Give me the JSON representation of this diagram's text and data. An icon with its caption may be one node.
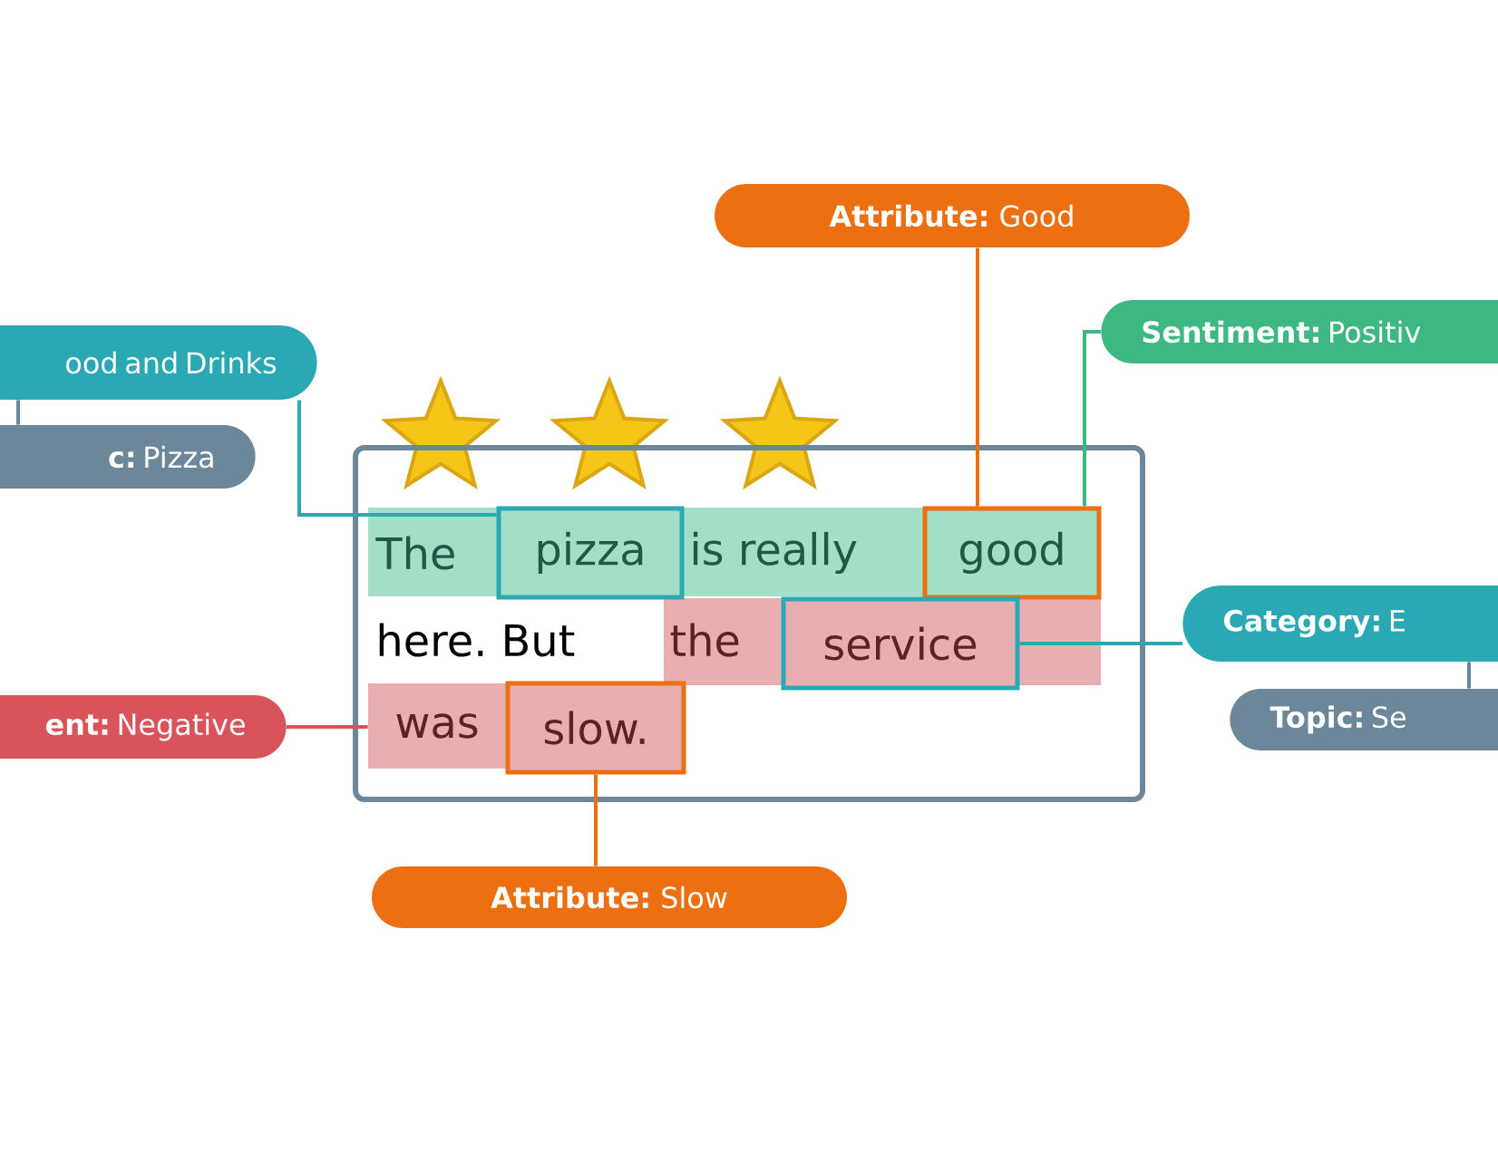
{
  "diagram": {
    "nodes": [
      {
        "text": [
          "**Attribute:** Good"
        ]
      },
      {
        "text": [
          "ood and Drinks"
        ]
      },
      {
        "text": [
          "**Sentiment:** Positiv"
        ]
      },
      {
        "text": [
          "**c:** Pizza"
        ]
      },
      {
        "text": [],
        "shape": "box"
      },
      {
        "text": [
          "pizza"
        ],
        "in": 4
      },
      {
        "text": [
          "good"
        ],
        "in": 4
      },
      {
        "text": [
          "service"
        ],
        "in": 4
      },
      {
        "text": [
          "was"
        ],
        "in": 4
      },
      {
        "text": [
          "slow."
        ],
        "in": 4
      },
      {
        "text": [
          "**Category:** E"
        ]
      },
      {
        "text": [
          "**ent:** Negative"
        ]
      },
      {
        "text": [
          "**Topic:** Se"
        ]
      },
      {
        "text": [
          "**Attribute:** Slow"
        ]
      }
    ],
    "edges": [
      {
        "from": 1,
        "to": 5,
        "arrow": "none",
        "color": "#2aa8b4"
      },
      {
        "from": 1,
        "to": 3,
        "arrow": "none",
        "color": "#6b8799"
      },
      {
        "from": 11,
        "to": 8,
        "arrow": "none",
        "color": "#d9545a"
      },
      {
        "from": 0,
        "to": 6,
        "arrow": "none",
        "color": "#ec7011"
      },
      {
        "from": 2,
        "to": 6,
        "arrow": "none",
        "color": "#3db882"
      },
      {
        "from": 7,
        "to": 10,
        "arrow": "none",
        "color": "#2aa8b4"
      },
      {
        "from": 10,
        "to": 12,
        "arrow": "none",
        "color": "#6b8799"
      },
      {
        "from": 9,
        "to": 13,
        "arrow": "none",
        "color": "#ec7011"
      }
    ],
    "labels": [
      "The",
      "is really",
      "here. But",
      "the"
    ]
  }
}
